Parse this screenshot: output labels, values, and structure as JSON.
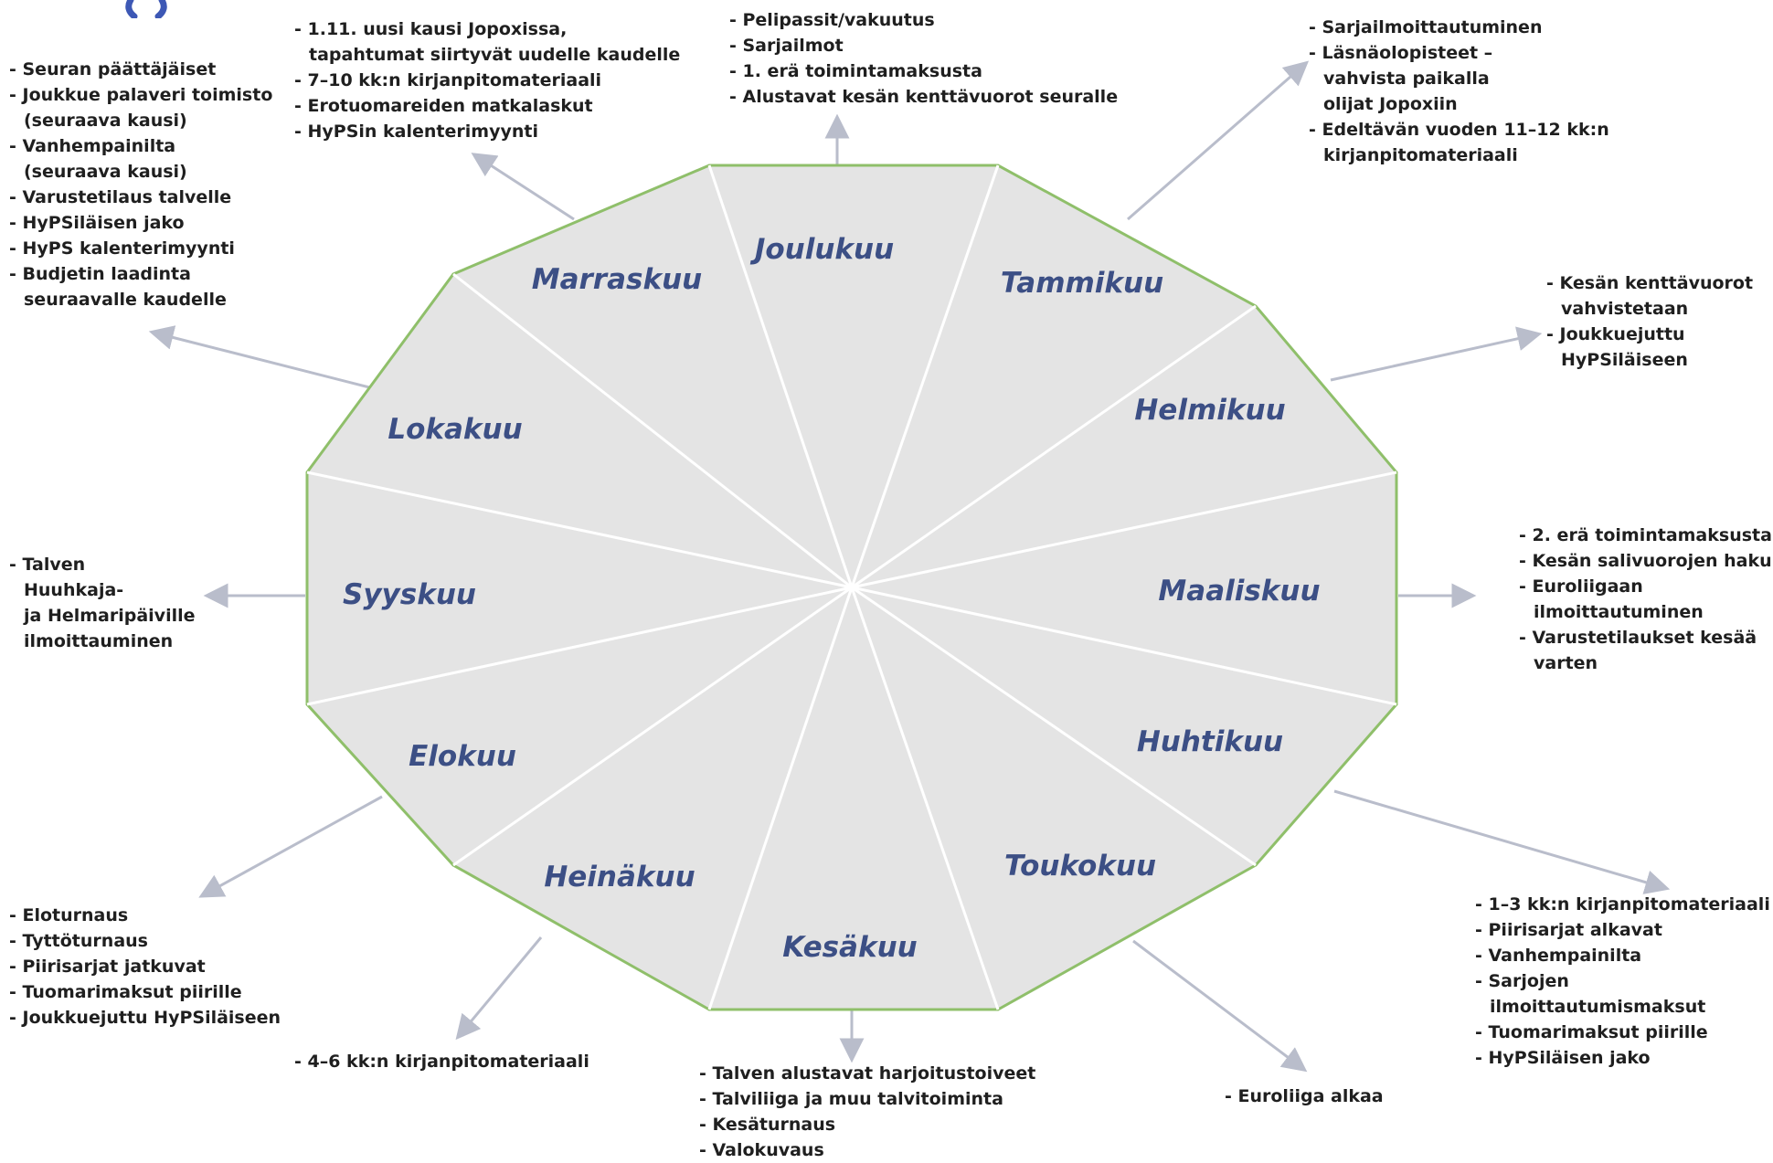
{
  "colors": {
    "polygon_fill": "#e4e4e4",
    "polygon_outline": "#8fbf6a",
    "spoke": "#ffffff",
    "arrow": "#b9bdcb",
    "month_text": "#3c4f85",
    "note_text": "#1f1f1f",
    "logo": "#3d58b5"
  },
  "logo": {
    "icon": "partial-logo-icon"
  },
  "months": [
    "Joulukuu",
    "Tammikuu",
    "Helmikuu",
    "Maaliskuu",
    "Huhtikuu",
    "Toukokuu",
    "Kesäkuu",
    "Heinäkuu",
    "Elokuu",
    "Syyskuu",
    "Lokakuu",
    "Marraskuu"
  ],
  "notes": [
    {
      "month": "Joulukuu",
      "items": [
        [
          "- Pelipassit/vakuutus"
        ],
        [
          "- Sarjailmot"
        ],
        [
          "- 1. erä toimintamaksusta"
        ],
        [
          "- Alustavat kesän kenttävuorot seuralle"
        ]
      ]
    },
    {
      "month": "Tammikuu",
      "items": [
        [
          "- Sarjailmoittautuminen"
        ],
        [
          "- Läsnäolopisteet –",
          "vahvista paikalla",
          "olijat Jopoxiin"
        ],
        [
          "- Edeltävän vuoden 11–12 kk:n",
          "kirjanpitomateriaali"
        ]
      ]
    },
    {
      "month": "Helmikuu",
      "items": [
        [
          "- Kesän kenttävuorot",
          "vahvistetaan"
        ],
        [
          "- Joukkuejuttu",
          "HyPSiläiseen"
        ]
      ]
    },
    {
      "month": "Maaliskuu",
      "items": [
        [
          "- 2. erä toimintamaksusta"
        ],
        [
          "- Kesän salivuorojen haku"
        ],
        [
          "- Euroliigaan",
          "ilmoittautuminen"
        ],
        [
          "- Varustetilaukset kesää",
          "varten"
        ]
      ]
    },
    {
      "month": "Huhtikuu",
      "items": [
        [
          "- 1–3 kk:n kirjanpitomateriaali"
        ],
        [
          "- Piirisarjat alkavat"
        ],
        [
          "- Vanhempainilta"
        ],
        [
          "- Sarjojen",
          "ilmoittautumismaksut"
        ],
        [
          "- Tuomarimaksut piirille"
        ],
        [
          "- HyPSiläisen jako"
        ]
      ]
    },
    {
      "month": "Toukokuu",
      "items": [
        [
          "- Euroliiga alkaa"
        ]
      ]
    },
    {
      "month": "Kesäkuu",
      "items": [
        [
          "- Talven alustavat harjoitustoiveet"
        ],
        [
          "- Talviliiga ja muu talvitoiminta"
        ],
        [
          "- Kesäturnaus"
        ],
        [
          "- Valokuvaus"
        ]
      ]
    },
    {
      "month": "Heinäkuu",
      "items": [
        [
          "- 4–6 kk:n kirjanpitomateriaali"
        ]
      ]
    },
    {
      "month": "Elokuu",
      "items": [
        [
          "- Eloturnaus"
        ],
        [
          "- Tyttöturnaus"
        ],
        [
          "- Piirisarjat jatkuvat"
        ],
        [
          "- Tuomarimaksut piirille"
        ],
        [
          "- Joukkuejuttu HyPSiläiseen"
        ]
      ]
    },
    {
      "month": "Syyskuu",
      "items": [
        [
          "- Talven",
          "Huuhkaja-",
          "ja Helmaripäiville",
          "ilmoittauminen"
        ]
      ]
    },
    {
      "month": "Lokakuu",
      "items": [
        [
          "- Seuran päättäjäiset"
        ],
        [
          "- Joukkue palaveri toimisto",
          "(seuraava kausi)"
        ],
        [
          "- Vanhempainilta",
          "(seuraava kausi)"
        ],
        [
          "- Varustetilaus talvelle"
        ],
        [
          "- HyPSiläisen jako"
        ],
        [
          "- HyPS kalenterimyynti"
        ],
        [
          "- Budjetin laadinta",
          "seuraavalle kaudelle"
        ]
      ]
    },
    {
      "month": "Marraskuu",
      "items": [
        [
          "- 1.11. uusi kausi Jopoxissa,",
          "tapahtumat siirtyvät uudelle kaudelle"
        ],
        [
          "- 7–10 kk:n kirjanpitomateriaali"
        ],
        [
          "- Erotuomareiden matkalaskut"
        ],
        [
          "- HyPSin kalenterimyynti"
        ]
      ]
    }
  ]
}
